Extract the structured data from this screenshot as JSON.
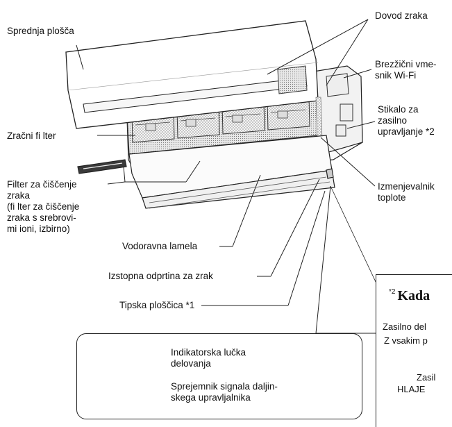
{
  "labels": {
    "front_panel": "Sprednja plošča",
    "air_inlet": "Dovod zraka",
    "wifi_interface": [
      "Brezžični vme-",
      "snik Wi-Fi"
    ],
    "switch": [
      "Stikalo za",
      "zasilno",
      "upravljanje *2"
    ],
    "air_filter": "Zračni fi lter",
    "cleaning_filter": [
      "Filter za čiščenje",
      "zraka",
      "(fi lter za čiščenje",
      "zraka s srebrovi-",
      "mi ioni, izbirno)"
    ],
    "heat_exchanger": [
      "Izmenjevalnik",
      "toplote"
    ],
    "horizontal_louver": "Vodoravna lamela",
    "air_outlet": "Izstopna odprtina za zrak",
    "nameplate": "Tipska ploščica *1"
  },
  "inset": {
    "indicator": [
      "Indikatorska lučka",
      "delovanja"
    ],
    "receiver": [
      "Sprejemnik signala daljin-",
      "skega upravljalnika"
    ]
  },
  "side_panel": {
    "footnote_mark": "*2",
    "heading": "Kada",
    "line1": "Zasilno del",
    "line2": "Z vsakim p",
    "line3": "Zasil",
    "line4": "HLAJE"
  }
}
